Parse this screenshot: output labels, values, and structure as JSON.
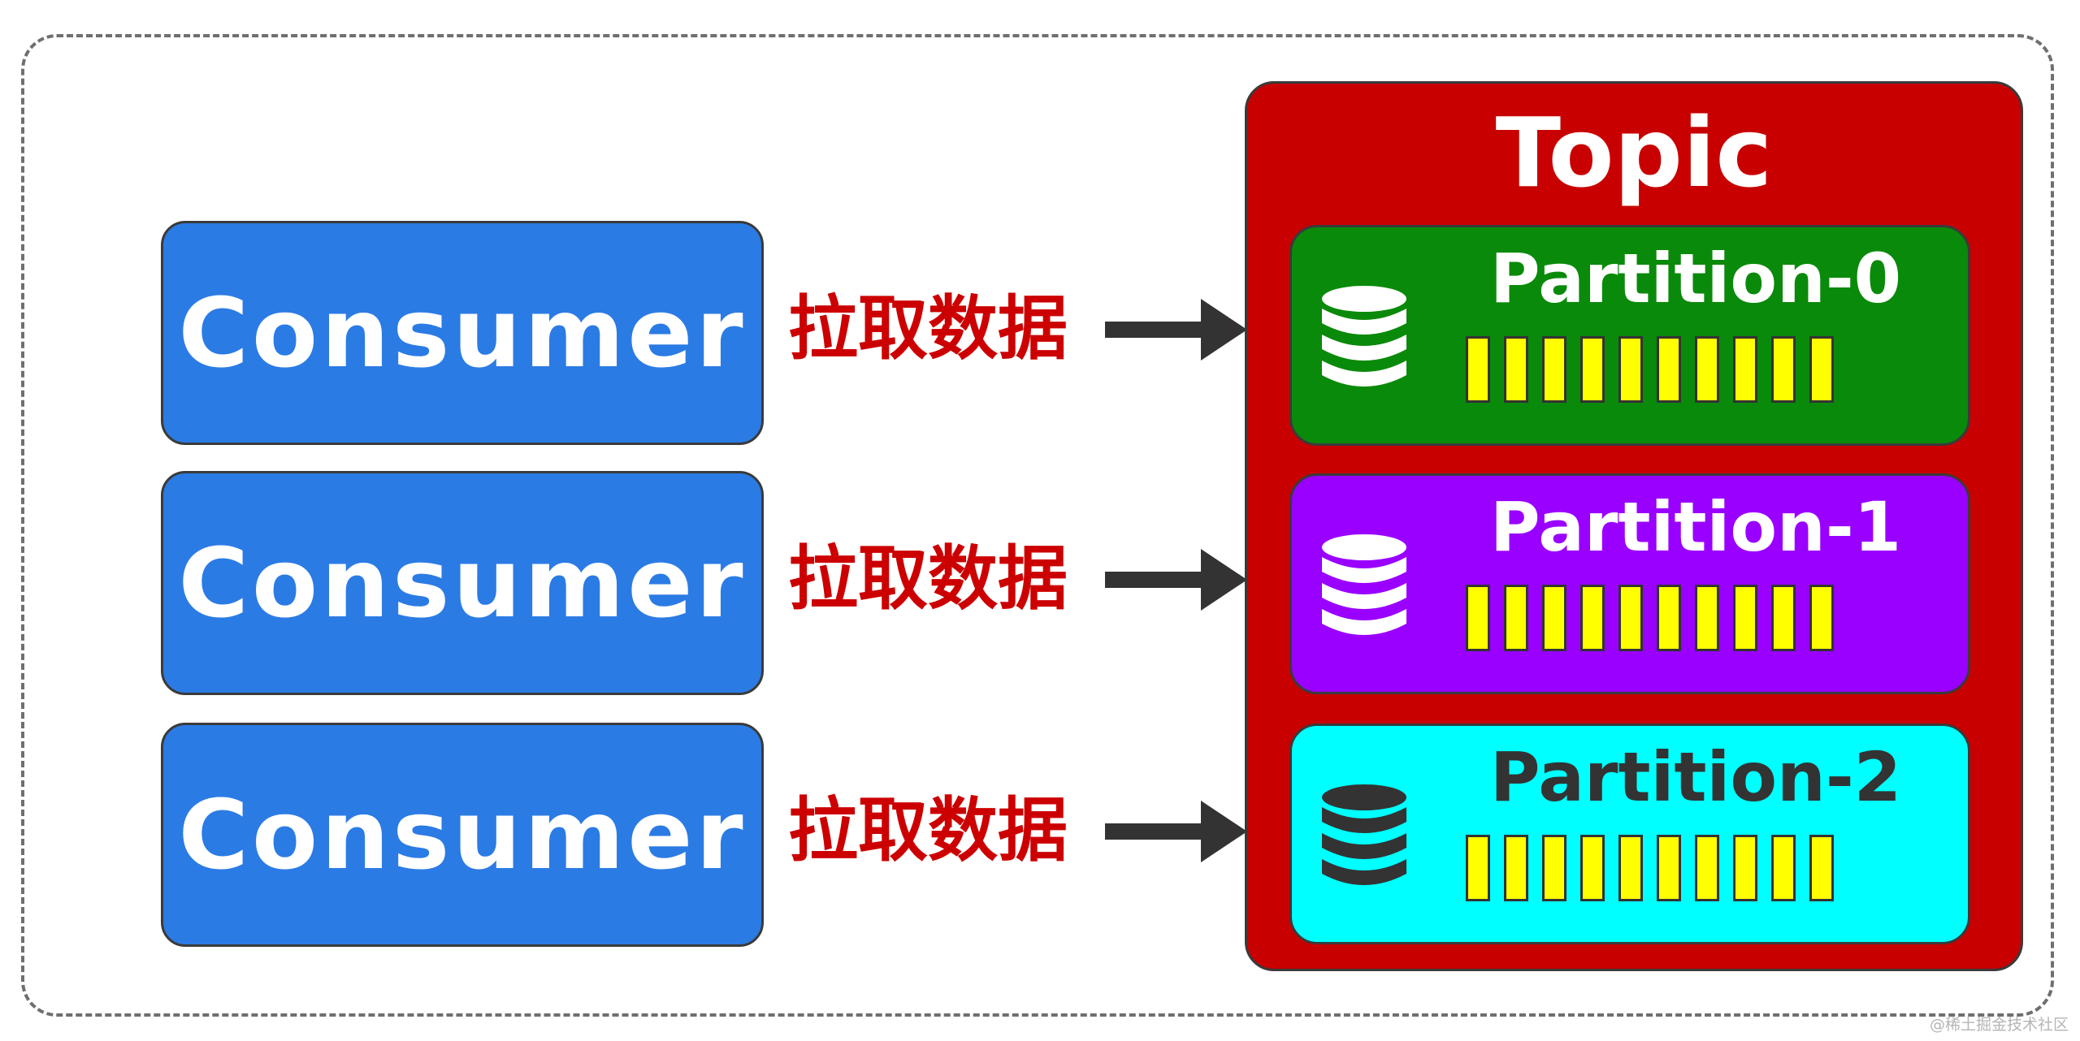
{
  "consumers": [
    {
      "label": "Consumer"
    },
    {
      "label": "Consumer"
    },
    {
      "label": "Consumer"
    }
  ],
  "connection_label": "拉取数据",
  "topic": {
    "title": "Topic",
    "partitions": [
      {
        "name": "Partition-0",
        "color": "#0a8a0a",
        "icon_color": "#ffffff",
        "title_color": "#ffffff",
        "messages": 10
      },
      {
        "name": "Partition-1",
        "color": "#9a00ff",
        "icon_color": "#ffffff",
        "title_color": "#ffffff",
        "messages": 10
      },
      {
        "name": "Partition-2",
        "color": "#00ffff",
        "icon_color": "#333333",
        "title_color": "#333333",
        "messages": 10
      }
    ]
  },
  "colors": {
    "consumer": "#2b7be5",
    "topic": "#c80000",
    "label": "#cc0000",
    "arrow": "#333333",
    "message_block": "#ffff00"
  },
  "icons": {
    "partition": "database-icon",
    "connector": "arrow-right-icon"
  },
  "watermark": "@稀土掘金技术社区"
}
